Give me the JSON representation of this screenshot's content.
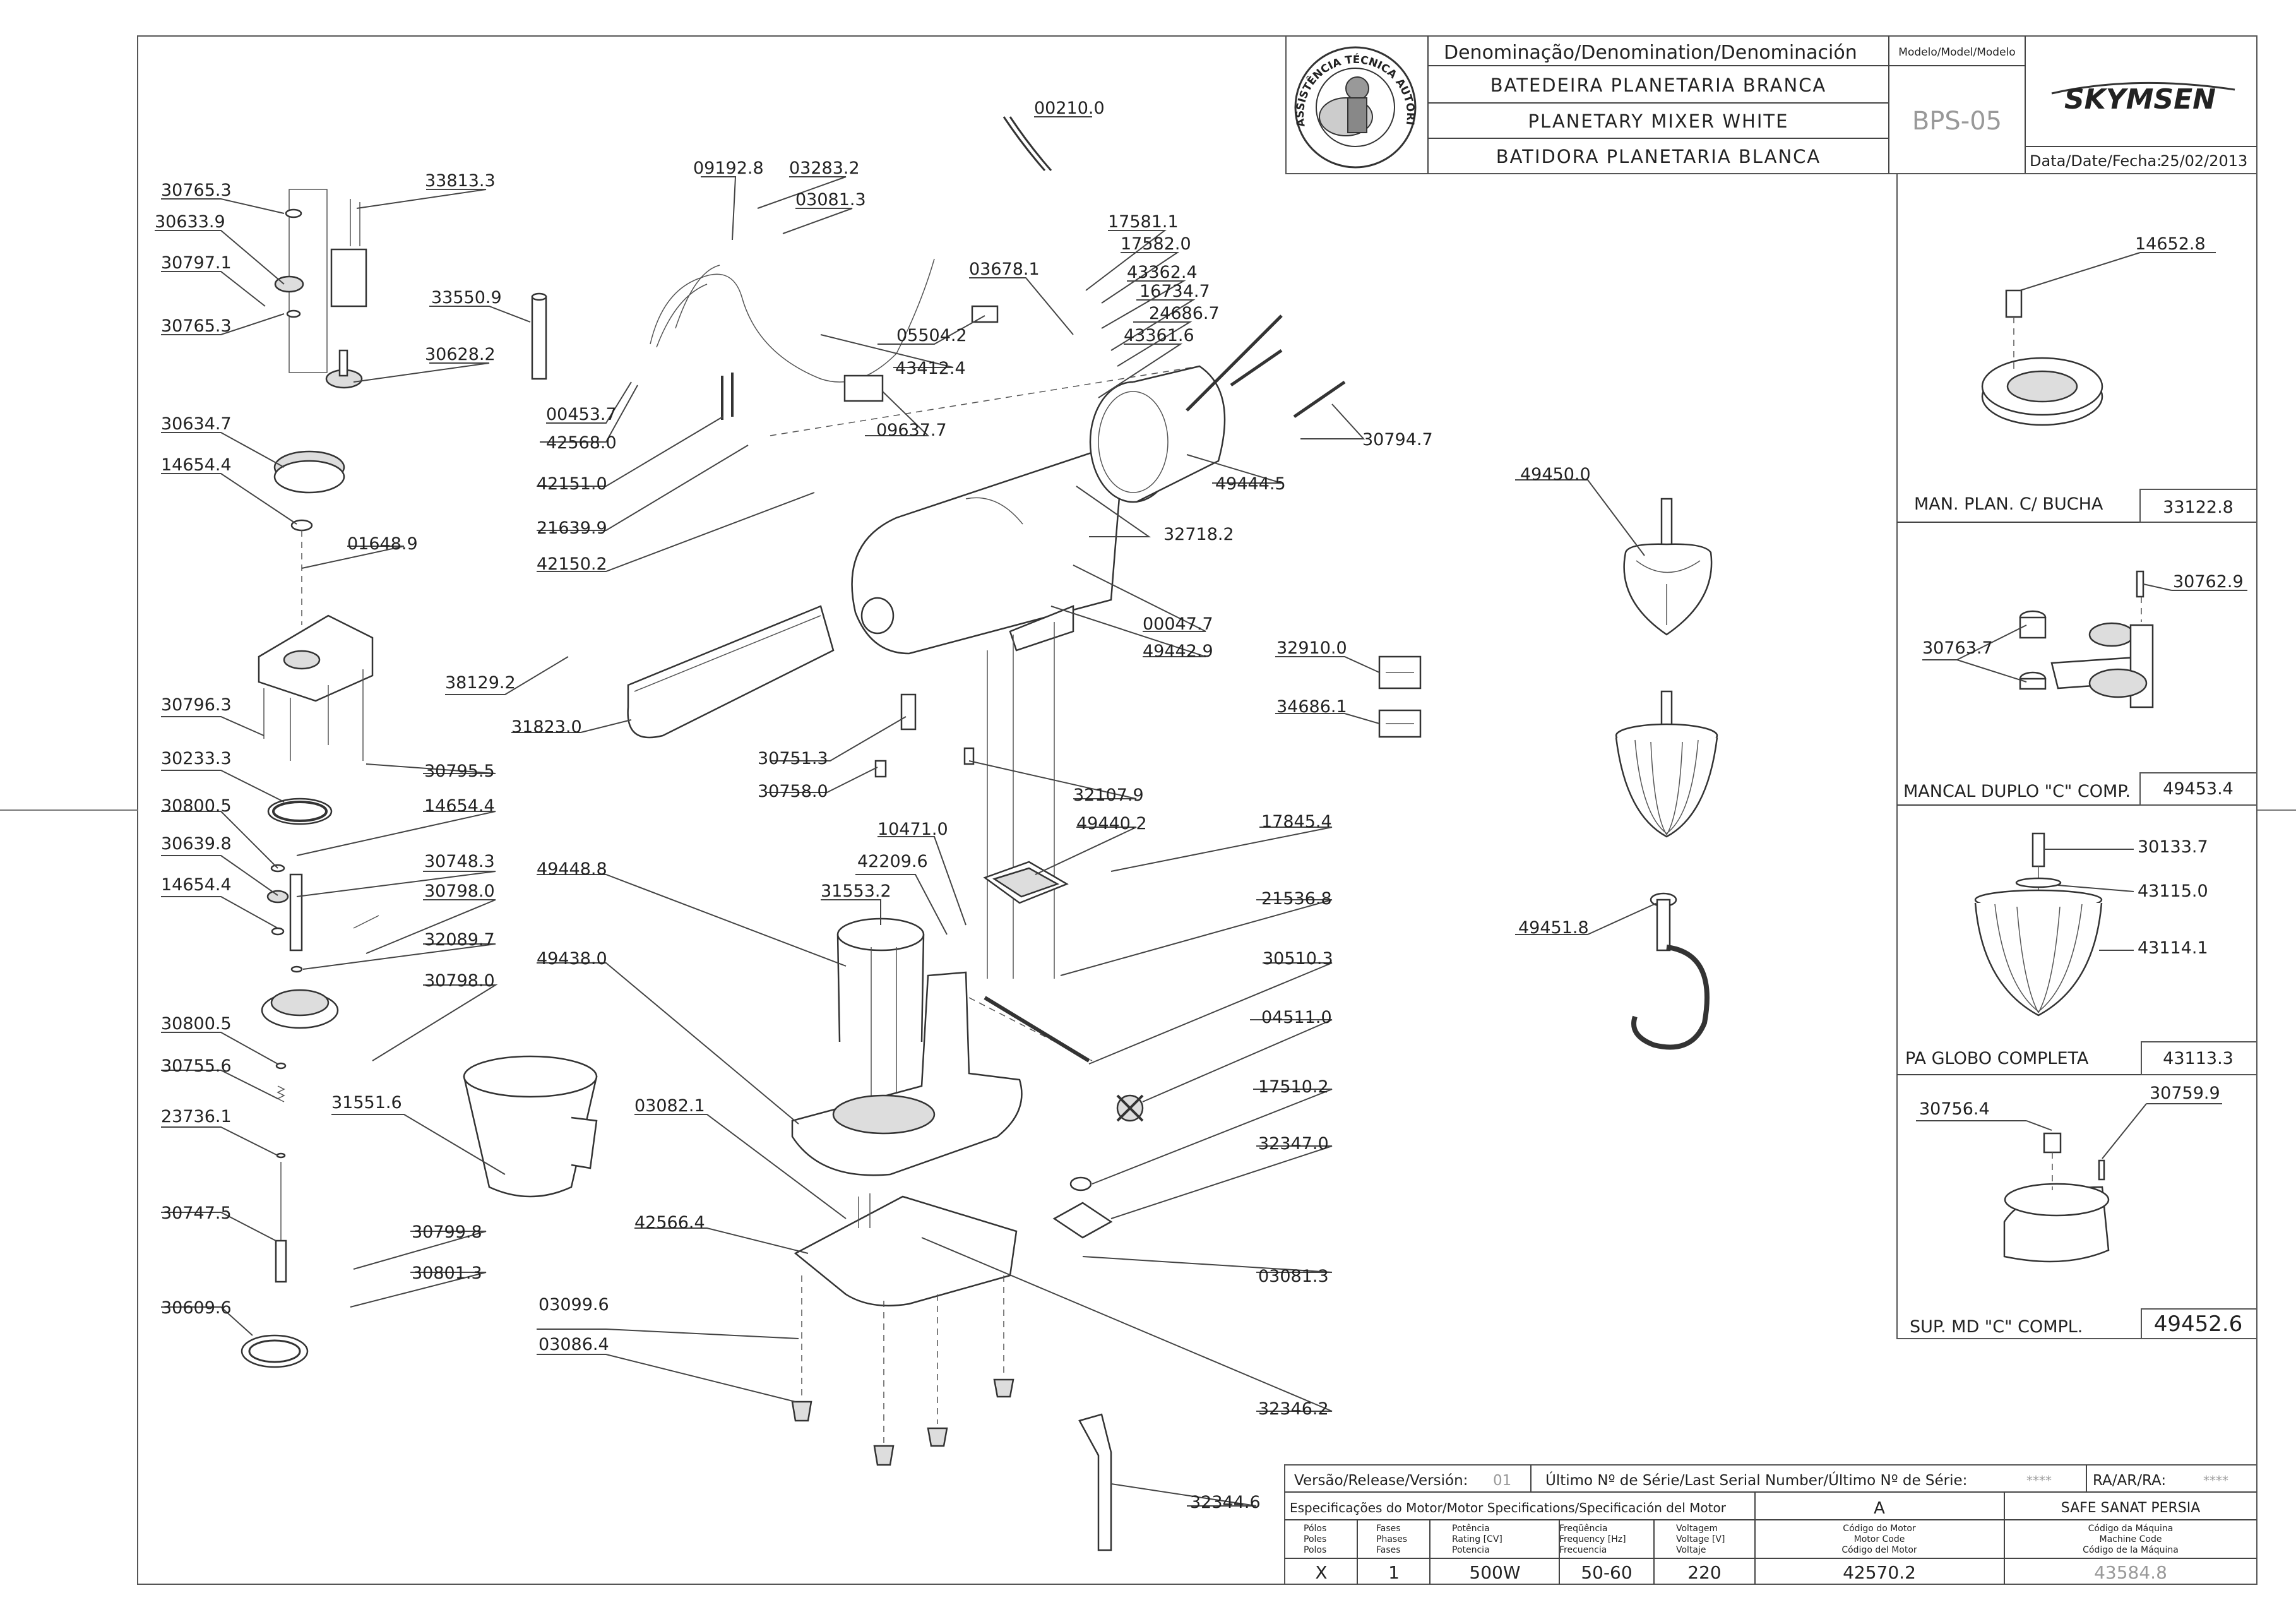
{
  "title_block": {
    "denomination_header": "Denominação/Denomination/Denominación",
    "name_pt": "BATEDEIRA PLANETARIA BRANCA",
    "name_en": "PLANETARY MIXER WHITE",
    "name_es": "BATIDORA PLANETARIA BLANCA",
    "model_header": "Modelo/Model/Modelo",
    "model": "BPS-05",
    "brand": "SKYMSEN",
    "seal_text": "ASSISTÊNCIA TÉCNICA AUTORIZADA",
    "date_label": "Data/Date/Fecha:",
    "date": "25/02/2013"
  },
  "subassemblies": [
    {
      "name": "MAN. PLAN. C/ BUCHA",
      "code": "33122.8",
      "parts": [
        "14652.8"
      ]
    },
    {
      "name": "MANCAL DUPLO \"C\" COMP.",
      "code": "49453.4",
      "parts": [
        "30762.9",
        "30763.7"
      ]
    },
    {
      "name": "PA GLOBO COMPLETA",
      "code": "43113.3",
      "parts": [
        "30133.7",
        "43115.0",
        "43114.1"
      ]
    },
    {
      "name": "SUP. MD \"C\" COMPL.",
      "code": "49452.6",
      "parts": [
        "30756.4",
        "30759.9"
      ]
    }
  ],
  "part_labels": [
    "00210.0",
    "09192.8",
    "03283.2",
    "03081.3",
    "33813.3",
    "30765.3",
    "30633.9",
    "30797.1",
    "30765.3",
    "33550.9",
    "30628.2",
    "17581.1",
    "17582.0",
    "03678.1",
    "43362.4",
    "16734.7",
    "24686.7",
    "43361.6",
    "05504.2",
    "43412.4",
    "00453.7",
    "42568.0",
    "09637.7",
    "42151.0",
    "30794.7",
    "30634.7",
    "14654.4",
    "21639.9",
    "42150.2",
    "49444.5",
    "01648.9",
    "32718.2",
    "49450.0",
    "00047.7",
    "49442.9",
    "32910.0",
    "38129.2",
    "31823.0",
    "34686.1",
    "30796.3",
    "30751.3",
    "30795.5",
    "30233.3",
    "30758.0",
    "32107.9",
    "30800.5",
    "14654.4",
    "49440.2",
    "17845.4",
    "30639.8",
    "30748.3",
    "10471.0",
    "42209.6",
    "14654.4",
    "30798.0",
    "31553.2",
    "21536.8",
    "49448.8",
    "49451.8",
    "32089.7",
    "49438.0",
    "30510.3",
    "30798.0",
    "04511.0",
    "30800.5",
    "30755.6",
    "17510.2",
    "31551.6",
    "23736.1",
    "32347.0",
    "03082.1",
    "42566.4",
    "30747.5",
    "30799.8",
    "30801.3",
    "03081.3",
    "30609.6",
    "03099.6",
    "03086.4",
    "32346.2",
    "32344.6"
  ],
  "info_block": {
    "release_label": "Versão/Release/Versión:",
    "release": "01",
    "serial_label": "Último Nº de Série/Last Serial Number/Último Nº de Série:",
    "serial": "****",
    "ra_label": "RA/AR/RA:",
    "ra": "****",
    "motor_spec_label": "Especificações do Motor/Motor Specifications/Specificación del Motor",
    "motor_version": "A",
    "client": "SAFE SANAT PERSIA",
    "columns": [
      {
        "header": [
          "Pólos",
          "Poles",
          "Polos"
        ],
        "value": "X"
      },
      {
        "header": [
          "Fases",
          "Phases",
          "Fases"
        ],
        "value": "1"
      },
      {
        "header": [
          "Potência",
          "Rating [CV]",
          "Potencia"
        ],
        "value": "500W"
      },
      {
        "header": [
          "Freqüência",
          "Frequency [Hz]",
          "Frecuencia"
        ],
        "value": "50-60"
      },
      {
        "header": [
          "Voltagem",
          "Voltage [V]",
          "Voltaje"
        ],
        "value": "220"
      },
      {
        "header": [
          "Código do Motor",
          "Motor Code",
          "Código del Motor"
        ],
        "value": "42570.2"
      },
      {
        "header": [
          "Código da Máquina",
          "Machine Code",
          "Código de la Máquina"
        ],
        "value": "43584.8"
      }
    ]
  }
}
